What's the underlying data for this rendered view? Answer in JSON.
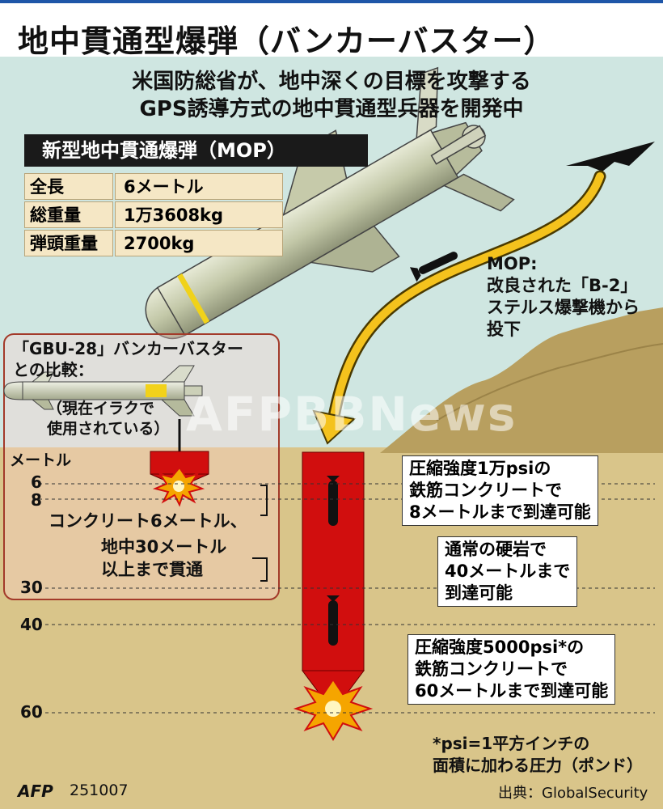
{
  "title": "地中貫通型爆弾（バンカーバスター）",
  "subtitle_line1": "米国防総省が、地中深くの目標を攻撃する",
  "subtitle_line2": "GPS誘導方式の地中貫通型兵器を開発中",
  "specs": {
    "heading": "新型地中貫通爆弾（MOP）",
    "rows": [
      {
        "label": "全長",
        "value": "6メートル"
      },
      {
        "label": "総重量",
        "value": "1万3608kg"
      },
      {
        "label": "弾頭重量",
        "value": "2700kg"
      }
    ]
  },
  "mop_label": [
    "MOP:",
    "改良された「B-2」",
    "ステルス爆撃機から",
    "投下"
  ],
  "gbu": {
    "label": [
      "「GBU-28」バンカーバスター",
      "との比較："
    ],
    "note": [
      "（現在イラクで",
      "使用されている）"
    ],
    "desc1": "コンクリート6メートル、",
    "desc2": [
      "地中30メートル",
      "以上まで貫通"
    ]
  },
  "depth_unit": "メートル",
  "depths": [
    "6",
    "8",
    "30",
    "40",
    "60"
  ],
  "notes": [
    [
      "圧縮強度1万psiの",
      "鉄筋コンクリートで",
      "8メートルまで到達可能"
    ],
    [
      "通常の硬岩で",
      "40メートルまで",
      "到達可能"
    ],
    [
      "圧縮強度5000psi*の",
      "鉄筋コンクリートで",
      "60メートルまで到達可能"
    ]
  ],
  "footnote": [
    "*psi=1平方インチの",
    "面積に加わる圧力（ポンド）"
  ],
  "credit_logo": "AFP",
  "credit_code": "251007",
  "source": "出典：GlobalSecurity",
  "watermark": "AFPBBNews",
  "colors": {
    "sky": "#cfe6e1",
    "ground": "#d9c58a",
    "mountain": "#b89f5f",
    "bomb_body": "#c7ccae",
    "penetration": "#d10e0e",
    "trajectory": "#f4c21d"
  }
}
